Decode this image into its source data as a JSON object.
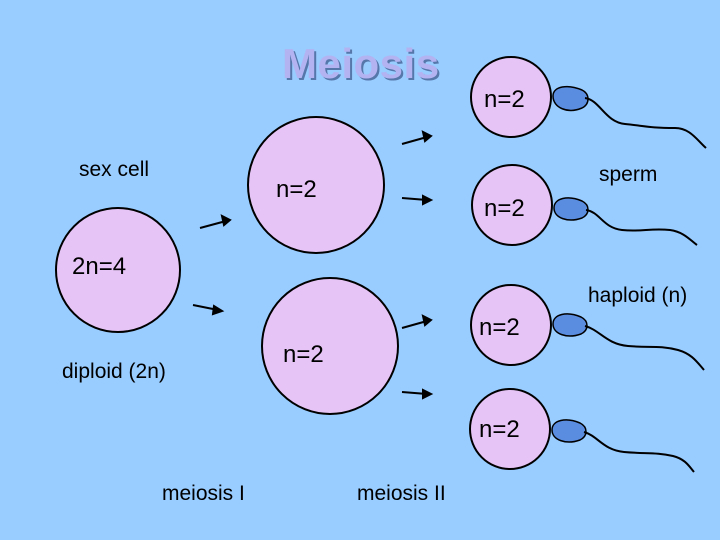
{
  "title": "Meiosis",
  "labels": {
    "sex_cell": "sex cell",
    "parent_count": "2n=4",
    "diploid": "diploid (2n)",
    "daughter_top": "n=2",
    "daughter_bottom": "n=2",
    "gamete_1": "n=2",
    "gamete_2": "n=2",
    "gamete_3": "n=2",
    "gamete_4": "n=2",
    "sperm": "sperm",
    "haploid": "haploid (n)",
    "stage_1": "meiosis I",
    "stage_2": "meiosis II"
  },
  "colors": {
    "background": "#99ccff",
    "cell_fill": "#e6c4f5",
    "cell_stroke": "#000000",
    "sperm_head": "#5a8de0",
    "title": "#b3b3f2"
  }
}
